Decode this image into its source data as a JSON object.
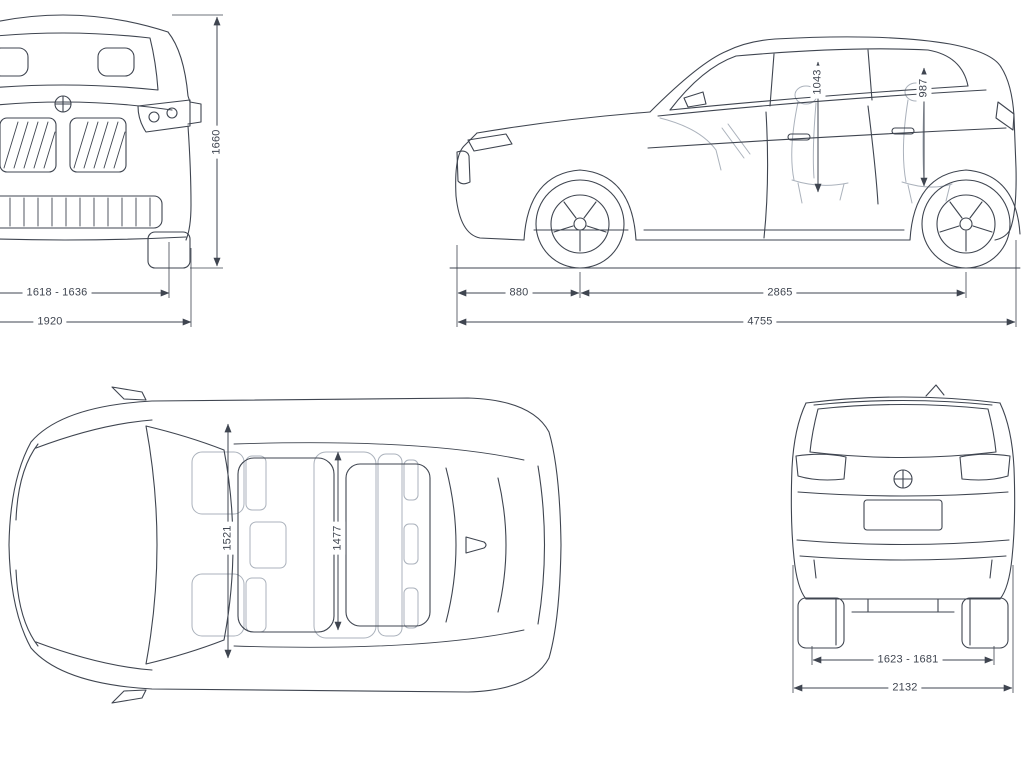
{
  "diagram": {
    "front_view": {
      "height": "1660",
      "track_width": "1618 - 1636",
      "overall_width": "1920"
    },
    "side_view": {
      "front_headroom": "1043",
      "rear_headroom": "987",
      "front_overhang": "880",
      "wheelbase": "2865",
      "overall_length": "4755"
    },
    "top_view": {
      "front_interior_width": "1521",
      "rear_interior_width": "1477"
    },
    "rear_view": {
      "rear_track": "1623 - 1681",
      "overall_width": "2132"
    },
    "colors": {
      "line": "#3f4550",
      "light_line": "#abb2bc",
      "background": "#ffffff"
    }
  }
}
